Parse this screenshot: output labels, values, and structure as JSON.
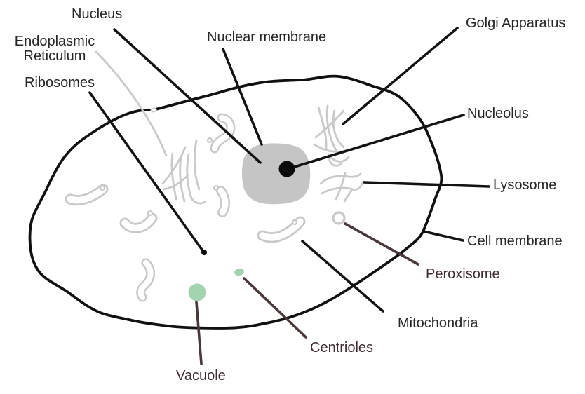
{
  "diagram": {
    "type": "animal-cell-diagram",
    "labels": {
      "nucleus": "Nucleus",
      "er_line1": "Endoplasmic",
      "er_line2": "Reticulum",
      "ribosomes": "Ribosomes",
      "nuclear_membrane": "Nuclear membrane",
      "golgi_apparatus": "Golgi Apparatus",
      "nucleolus": "Nucleolus",
      "lysosome": "Lysosome",
      "cell_membrane": "Cell membrane",
      "peroxisome": "Peroxisome",
      "mitochondria": "Mitochondria",
      "centrioles": "Centrioles",
      "vacuole": "Vacuole"
    },
    "colors": {
      "membrane_stroke": "#111111",
      "organelle_gray": "#c9c9c9",
      "nucleus_fill": "#c5c5c5",
      "nucleolus_fill": "#0a0a0a",
      "vacuole_green": "#a3d3b1",
      "pointer_brown": "#4a373a",
      "label_dark": "#262626",
      "label_brown": "#3f2c30",
      "background": "#ffffff"
    }
  }
}
